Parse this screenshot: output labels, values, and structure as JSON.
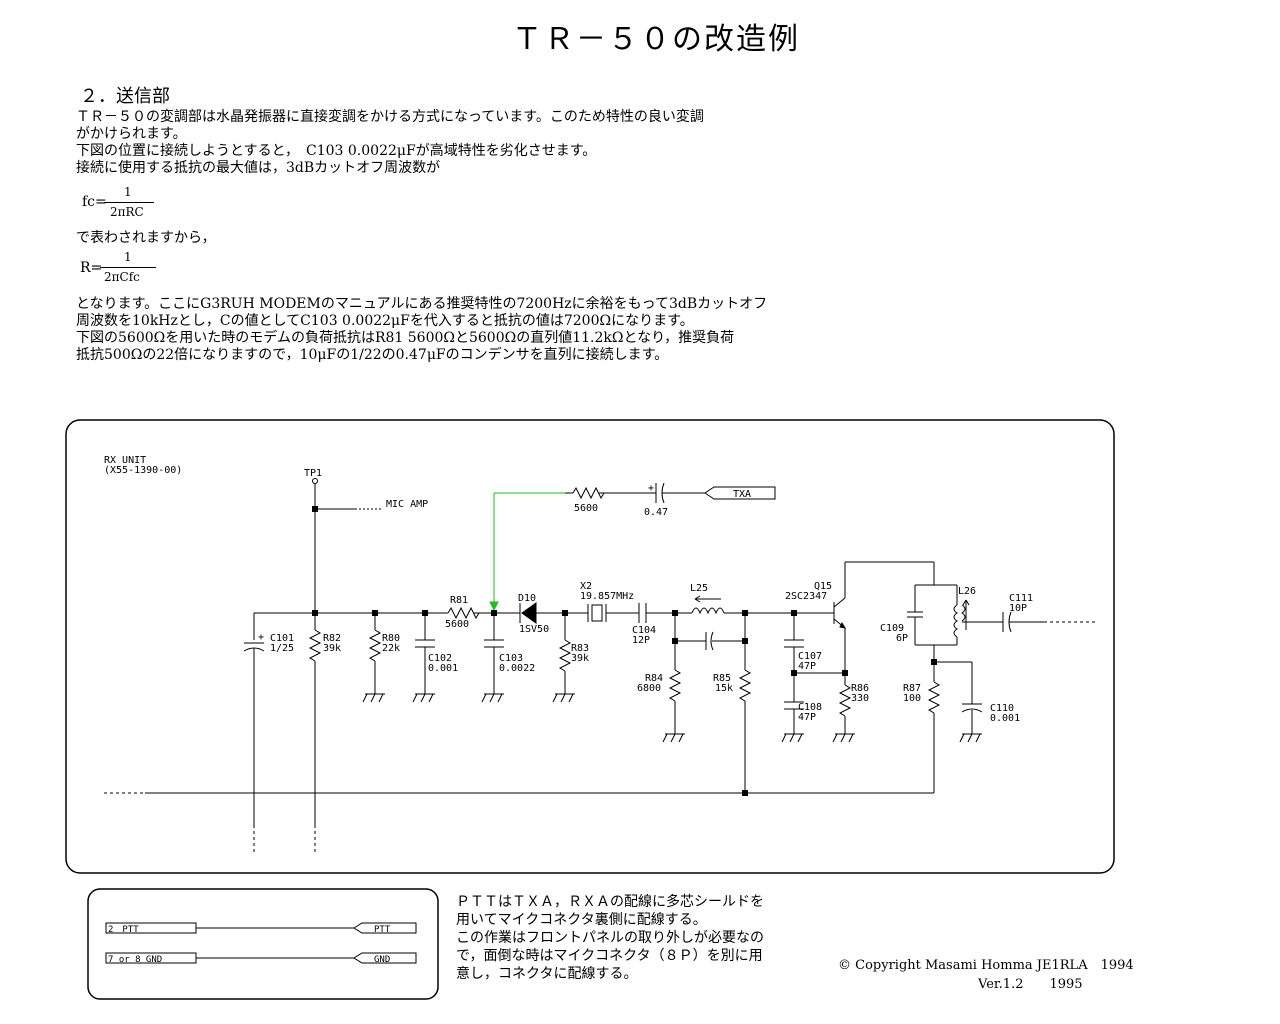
{
  "title": "ＴＲ－５０の改造例",
  "section": "２．送信部",
  "para1": [
    "ＴＲ－５０の変調部は水晶発振器に直接変調をかける方式になっています。このため特性の良い変調",
    "がかけられます。",
    "下図の位置に接続しようとすると，　C103 0.0022μFが高域特性を劣化させます。",
    "接続に使用する抵抗の最大値は，3dBカットオフ周波数が"
  ],
  "formula1": {
    "lhs": "fc=",
    "num": "1",
    "den": "2πRC"
  },
  "para2": "で表わされますから，",
  "formula2": {
    "lhs": "R=",
    "num": "1",
    "den": "2πCfc"
  },
  "para3": [
    "となります。ここにG3RUH MODEMのマニュアルにある推奨特性の7200Hzに余裕をもって3dBカットオフ",
    "周波数を10kHzとし，Cの値としてC103 0.0022μFを代入すると抵抗の値は7200Ωになります。",
    "下図の5600Ωを用いた時のモデムの負荷抵抗はR81 5600Ωと5600Ωの直列値11.2kΩとなり，推奨負荷",
    "抵抗500Ωの22倍になりますので，10μFの1/22の0.47μFのコンデンサを直列に接続します。"
  ],
  "schematic": {
    "unit": "RX UNIT",
    "unit_code": "(X55-1390-00)",
    "tp": "TP1",
    "mic_amp": "MIC AMP",
    "r_add": "5600",
    "c_add": "0.47",
    "txa": "TXA",
    "parts": {
      "c101": "C101",
      "c101v": "1/25",
      "r82": "R82",
      "r82v": "39k",
      "r80": "R80",
      "r80v": "22k",
      "c102": "C102",
      "c102v": "0.001",
      "r81": "R81",
      "r81v": "5600",
      "c103": "C103",
      "c103v": "0.0022",
      "d10": "D10",
      "d10v": "1SV50",
      "r83": "R83",
      "r83v": "39k",
      "x2": "X2",
      "x2v": "19.857MHz",
      "c104": "C104",
      "c104v": "12P",
      "r84": "R84",
      "r84v": "6800",
      "l25": "L25",
      "r85": "R85",
      "r85v": "15k",
      "q15": "Q15",
      "q15v": "2SC2347",
      "c107": "C107",
      "c107v": "47P",
      "c108": "C108",
      "c108v": "47P",
      "r86": "R86",
      "r86v": "330",
      "c109": "C109",
      "c109v": "6P",
      "l26": "L26",
      "r87": "R87",
      "r87v": "100",
      "c110": "C110",
      "c110v": "0.001",
      "c111": "C111",
      "c111v": "10P"
    }
  },
  "connector": {
    "pin1_left": "2　PTT",
    "pin1_right": "PTT",
    "pin2_left": "7 or 8 GND",
    "pin2_right": "GND"
  },
  "note": [
    "ＰＴＴはＴＸＡ，ＲＸＡの配線に多芯シールドを",
    "用いてマイクコネクタ裏側に配線する。",
    "この作業はフロントパネルの取り外しが必要なの",
    "で，面倒な時はマイクコネクタ（８Ｐ）を別に用",
    "意し，コネクタに配線する。"
  ],
  "copyright": "© Copyright Masami Homma JE1RLA　1994",
  "version": "Ver.1.2　　1995",
  "colors": {
    "modification_wire": "#22bb22"
  }
}
